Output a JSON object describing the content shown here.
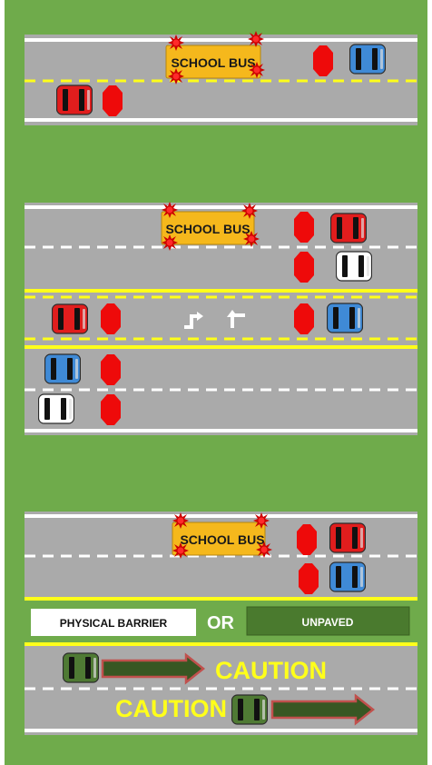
{
  "colors": {
    "grass": "#6fab4b",
    "road": "#aaaaaa",
    "line_white": "#ffffff",
    "line_yellow": "#ffff1a",
    "bus": "#f5b81c",
    "stop_sign": "#ee0a0a",
    "car_blue": "#3f8ad6",
    "car_red": "#e11d1d",
    "car_white": "#ffffff",
    "car_green": "#4f7a34",
    "arrow_fill": "#385723",
    "arrow_stroke": "#c0504d",
    "flash": "#cc0000",
    "unpaved": "#4a7a2e",
    "caution_text": "#ffff1a"
  },
  "icons": {
    "bus": "school-bus",
    "stop": "octagon-stop-sign",
    "car": "car-top-view",
    "arrow": "right-arrow",
    "flash": "flashing-light-burst",
    "turn": "turn-lane-arrow"
  },
  "scene1": {
    "bus_label": "SCHOOL BUS"
  },
  "scene2": {
    "bus_label": "SCHOOL BUS"
  },
  "scene3": {
    "bus_label": "SCHOOL BUS",
    "barrier_label": "PHYSICAL BARRIER",
    "or_label": "OR",
    "unpaved_label": "UNPAVED",
    "caution_1": "CAUTION",
    "caution_2": "CAUTION"
  }
}
